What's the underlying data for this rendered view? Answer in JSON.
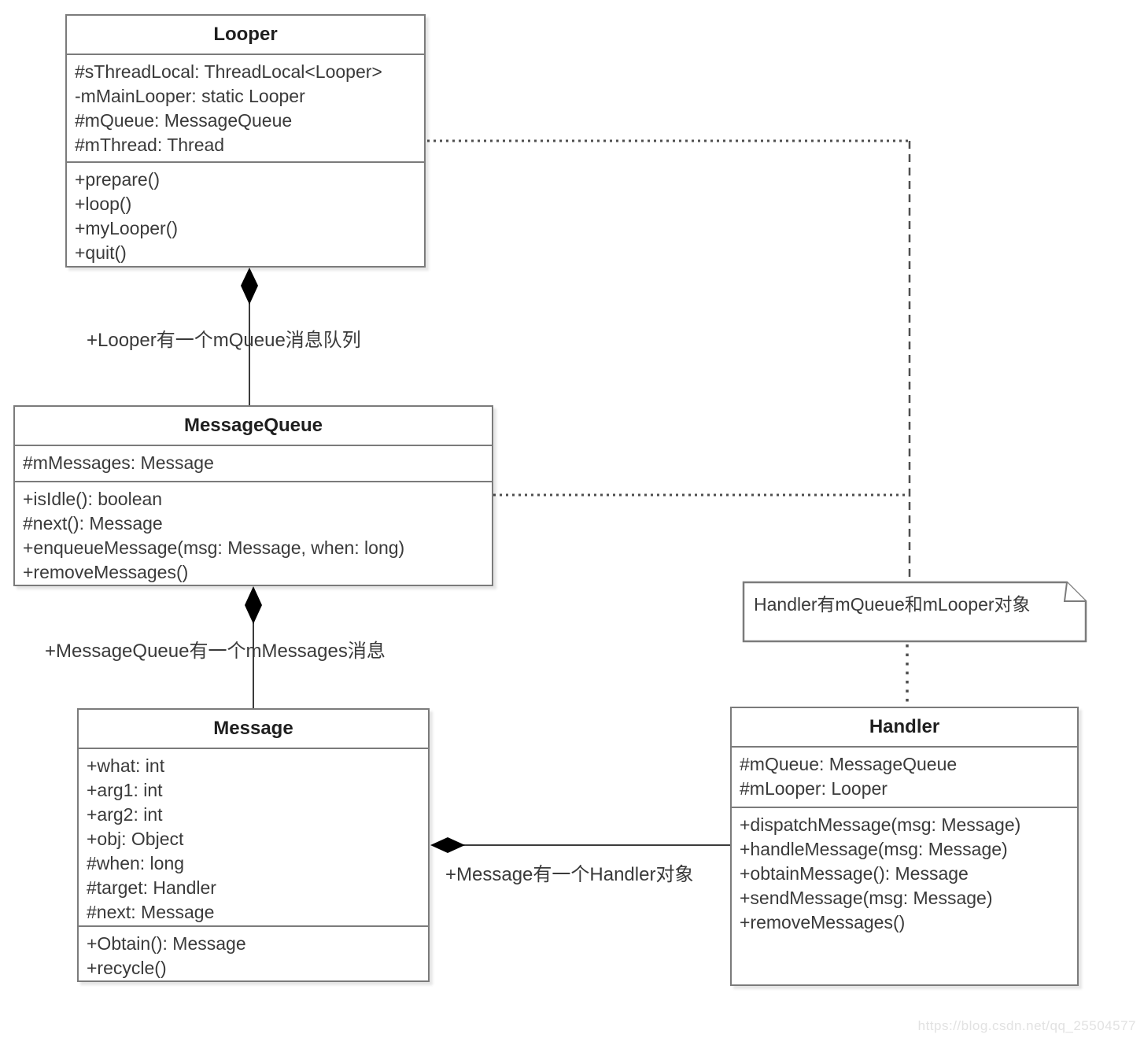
{
  "diagram": {
    "classes": {
      "looper": {
        "title": "Looper",
        "attributes": [
          "#sThreadLocal: ThreadLocal<Looper>",
          "-mMainLooper: static Looper",
          "#mQueue: MessageQueue",
          "#mThread: Thread"
        ],
        "methods": [
          "+prepare()",
          "+loop()",
          "+myLooper()",
          "+quit()"
        ]
      },
      "message_queue": {
        "title": "MessageQueue",
        "attributes": [
          "#mMessages: Message"
        ],
        "methods": [
          "+isIdle(): boolean",
          "#next(): Message",
          "+enqueueMessage(msg: Message, when: long)",
          "+removeMessages()"
        ]
      },
      "message": {
        "title": "Message",
        "attributes": [
          "+what: int",
          "+arg1: int",
          "+arg2: int",
          "+obj: Object",
          "#when: long",
          "#target: Handler",
          "#next: Message"
        ],
        "methods": [
          "+Obtain(): Message",
          "+recycle()"
        ]
      },
      "handler": {
        "title": "Handler",
        "attributes": [
          "#mQueue: MessageQueue",
          "#mLooper: Looper"
        ],
        "methods": [
          "+dispatchMessage(msg: Message)",
          "+handleMessage(msg: Message)",
          "+obtainMessage(): Message",
          "+sendMessage(msg: Message)",
          "+removeMessages()"
        ]
      }
    },
    "note": "Handler有mQueue和mLooper对象",
    "edge_labels": {
      "looper_mqueue": "+Looper有一个mQueue消息队列",
      "mqueue_mmessages": "+MessageQueue有一个mMessages消息",
      "message_handler": "+Message有一个Handler对象"
    },
    "watermark": "https://blog.csdn.net/qq_25504577",
    "colors": {
      "box_border": "#7b7b7b",
      "text": "#3a3a3a",
      "solid_edge": "#3c3c3c",
      "dashed_edge": "#4f4f4f",
      "diamond": "#000000",
      "watermark": "#e2e2e2"
    }
  }
}
